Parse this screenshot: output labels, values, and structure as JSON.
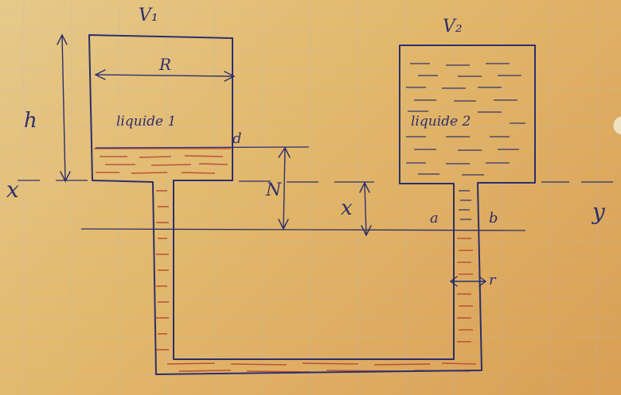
{
  "labels": {
    "v1": "V₁",
    "v2": "V₂",
    "R": "R",
    "h": "h",
    "x_axis": "x",
    "y_axis": "y",
    "liquid1": "liquide 1",
    "liquid2": "liquide 2",
    "d": "d",
    "N": "N",
    "x_height": "x",
    "a": "a",
    "b": "b",
    "r": "r"
  },
  "colors": {
    "ink": "#2d2f6b",
    "liquid1": "#b5452f",
    "paper_line": "#b9b6c9"
  }
}
